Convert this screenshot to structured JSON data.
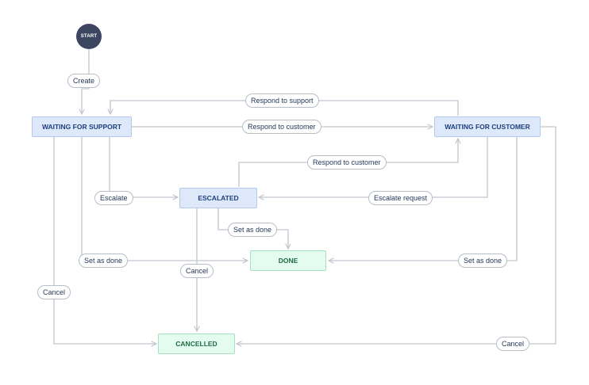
{
  "start": {
    "label": "START"
  },
  "statuses": {
    "waiting_support": "WAITING FOR SUPPORT",
    "waiting_customer": "WAITING FOR CUSTOMER",
    "escalated": "ESCALATED",
    "done": "DONE",
    "cancelled": "CANCELLED"
  },
  "transitions": {
    "create": "Create",
    "respond_to_support": "Respond to support",
    "respond_to_customer_top": "Respond to customer",
    "respond_to_customer_escalated": "Respond to customer",
    "escalate": "Escalate",
    "escalate_request": "Escalate request",
    "set_as_done_escalated": "Set as done",
    "set_as_done_support": "Set as done",
    "set_as_done_customer": "Set as done",
    "cancel_escalated": "Cancel",
    "cancel_support": "Cancel",
    "cancel_customer": "Cancel"
  }
}
